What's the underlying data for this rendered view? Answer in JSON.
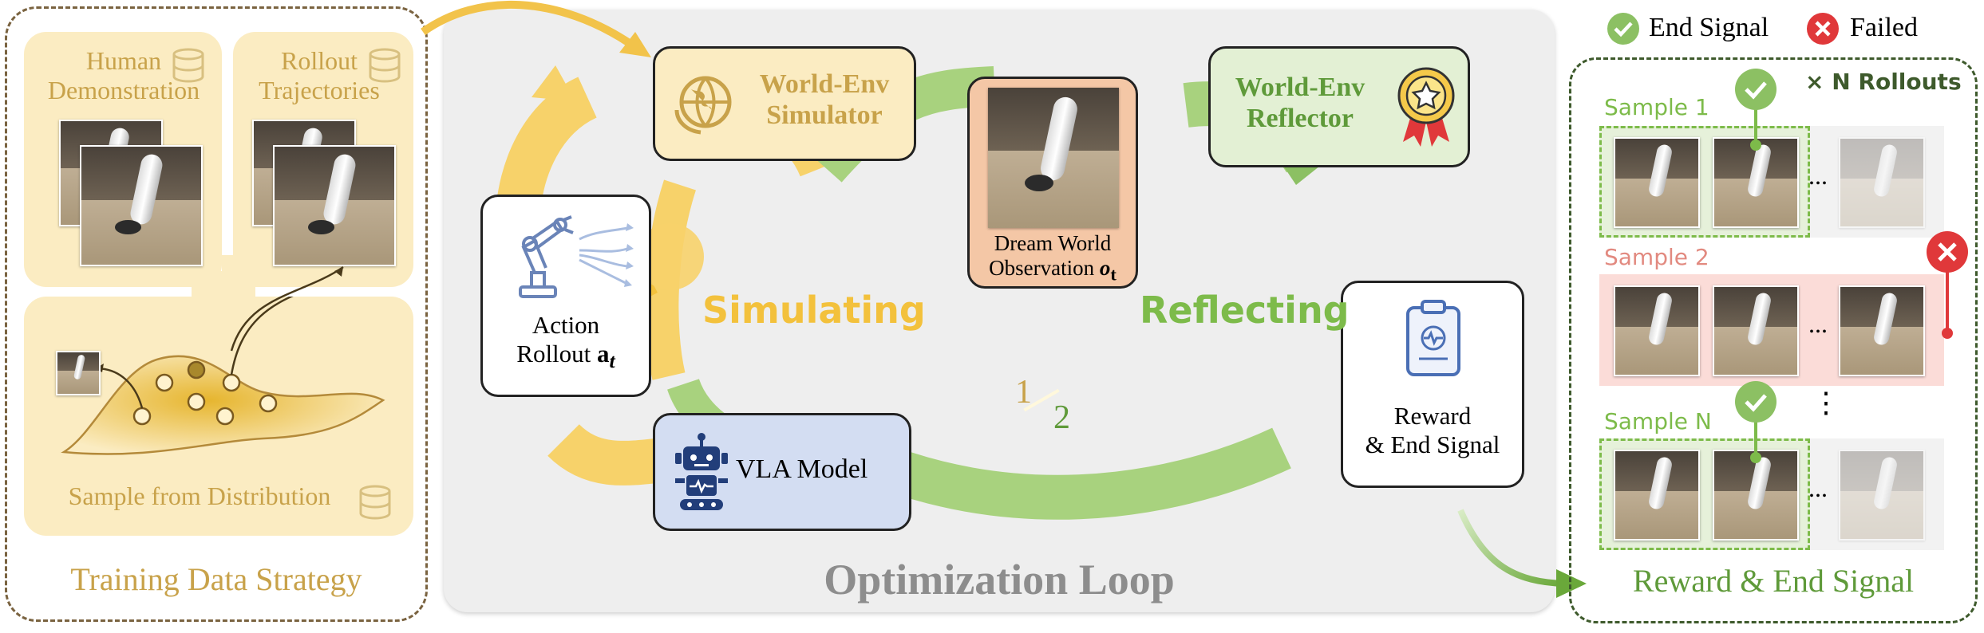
{
  "left_panel": {
    "human_demo": "Human\nDemonstration",
    "rollout_traj": "Rollout\nTrajectories",
    "sample_dist": "Sample from Distribution",
    "title": "Training Data Strategy"
  },
  "loop": {
    "world_env_simulator": "World-Env\nSimulator",
    "world_env_reflector": "World-Env\nReflector",
    "dream_world_obs": "Dream World\nObservation",
    "dream_world_obs_sym": "o",
    "dream_world_obs_sub": "t",
    "action_rollout": "Action\nRollout",
    "action_rollout_sym": "a",
    "action_rollout_sub": "t",
    "vla_model": "VLA Model",
    "reward_end": "Reward\n& End Signal",
    "simulating": "Simulating",
    "reflecting": "Reflecting",
    "frac_num": "1",
    "frac_den": "2",
    "title": "Optimization Loop"
  },
  "right_panel": {
    "legend_end": "End Signal",
    "legend_failed": "Failed",
    "n_rollouts": "× N Rollouts",
    "sample1": "Sample 1",
    "sample2": "Sample 2",
    "sampleN": "Sample N",
    "ellipsis": "...",
    "vdots": "⋮",
    "title": "Reward & End Signal"
  },
  "colors": {
    "gold": "#c8a24a",
    "yellow_arc": "#f5c94a",
    "green_arc": "#8cc063",
    "green_text": "#5f9a3a",
    "red": "#e0383a"
  }
}
